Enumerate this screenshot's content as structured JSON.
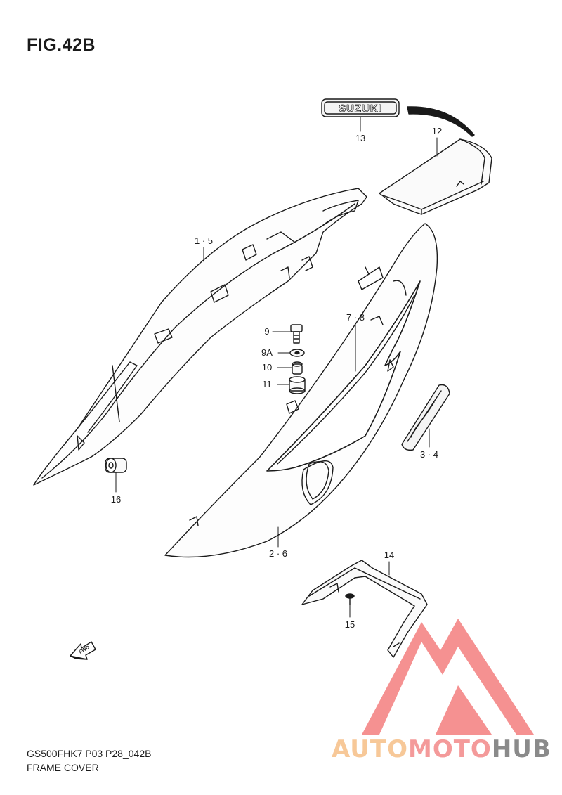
{
  "figure": {
    "title": "FIG.42B",
    "footer_code": "GS500FHK7 P03 P28_042B",
    "footer_name": "FRAME COVER"
  },
  "emblem_text": "SUZUKI",
  "fwd_text": "FWD",
  "callouts": [
    {
      "id": "13",
      "label": "13"
    },
    {
      "id": "12",
      "label": "12"
    },
    {
      "id": "1-5",
      "label": "1 · 5"
    },
    {
      "id": "7-8",
      "label": "7 · 8"
    },
    {
      "id": "9",
      "label": "9"
    },
    {
      "id": "9A",
      "label": "9A"
    },
    {
      "id": "10",
      "label": "10"
    },
    {
      "id": "11",
      "label": "11"
    },
    {
      "id": "16",
      "label": "16"
    },
    {
      "id": "3-4",
      "label": "3 · 4"
    },
    {
      "id": "2-6",
      "label": "2 · 6"
    },
    {
      "id": "14",
      "label": "14"
    },
    {
      "id": "15",
      "label": "15"
    }
  ],
  "watermark": {
    "part1": "AUTO",
    "part2": "MOTO",
    "part3": "HUB",
    "colors": {
      "auto": "#f7c898",
      "moto": "#f49a9a",
      "hub": "#8a8a8a",
      "logo": "#f26d6d"
    }
  }
}
